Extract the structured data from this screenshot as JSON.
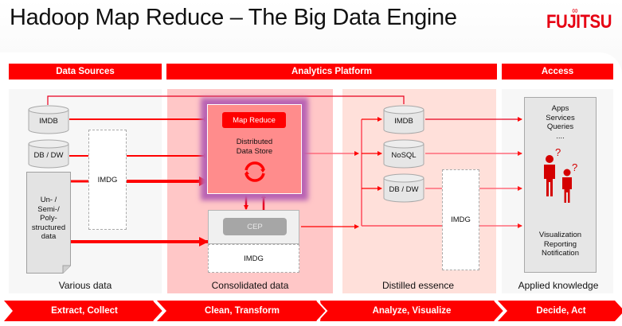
{
  "title": "Hadoop Map Reduce – The Big Data Engine",
  "logo": {
    "text": "FUJITSU",
    "color": "#e60012"
  },
  "colors": {
    "accent": "#ff0000",
    "panel_consolidated": "#ffc7c7",
    "panel_distilled": "#ffe0da",
    "panel_neutral": "#f7f7f7",
    "glow": "#b15fb1"
  },
  "sections": [
    {
      "label": "Data Sources"
    },
    {
      "label": "Analytics Platform"
    },
    {
      "label": "Access"
    }
  ],
  "data_sources": {
    "imdb": "IMDB",
    "db_dw": "DB / DW",
    "imdg": "IMDG",
    "document_lines": [
      "Un- /",
      "Semi-/",
      "Poly-",
      "structured",
      "data"
    ],
    "caption": "Various data"
  },
  "consolidated": {
    "map_reduce_label": "Map Reduce",
    "store_label_lines": [
      "Distributed",
      "Data Store"
    ],
    "refresh_icon": "refresh-icon",
    "cep_label": "CEP",
    "imdg_label": "IMDG",
    "caption": "Consolidated data"
  },
  "distilled": {
    "stores": [
      "IMDB",
      "NoSQL",
      "DB / DW"
    ],
    "imdg_label": "IMDG",
    "caption": "Distilled essence"
  },
  "access": {
    "top_lines": [
      "Apps",
      "Services",
      "Queries",
      "...."
    ],
    "icon": "users-question-icon",
    "bottom_lines": [
      "Visualization",
      "Reporting",
      "Notification"
    ],
    "caption": "Applied knowledge"
  },
  "process_steps": [
    {
      "label": "Extract, Collect"
    },
    {
      "label": "Clean, Transform"
    },
    {
      "label": "Analyze, Visualize"
    },
    {
      "label": "Decide, Act"
    }
  ]
}
